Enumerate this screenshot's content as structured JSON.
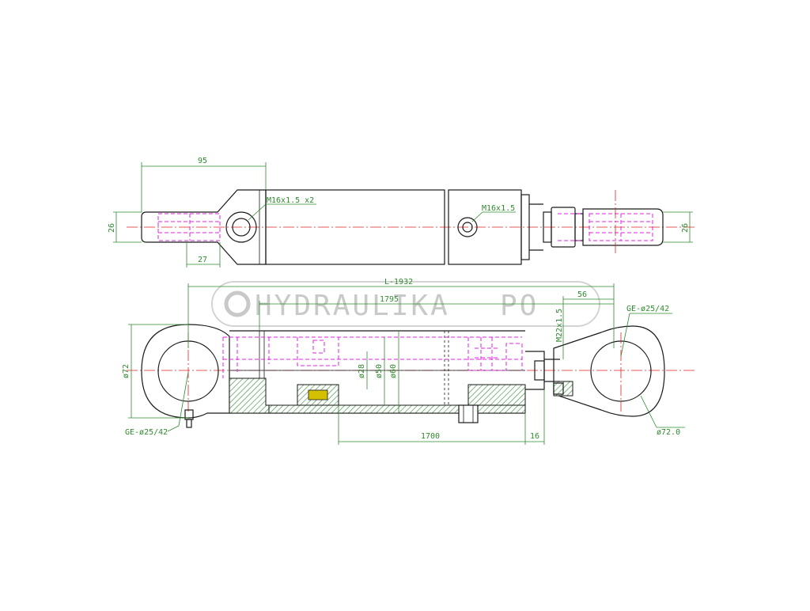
{
  "watermark": {
    "text": "HYDRAULIKA",
    "suffix": "PO"
  },
  "colors": {
    "outline": "#1a1a1a",
    "dimension": "#2e8b2e",
    "hidden_lines": "#e020e0",
    "center_lines": "#e02020",
    "seal": "#c8b000",
    "watermark": "#c9c9c9"
  },
  "top_view": {
    "dim_95": "95",
    "dim_26_left": "26",
    "dim_26_right": "26",
    "dim_27": "27",
    "port_left": "M16x1.5 x2",
    "port_right": "M16x1.5"
  },
  "bottom_view": {
    "dim_L": "L-1932",
    "dim_1795": "1795",
    "dim_56": "56",
    "dim_m22": "M22x1.5",
    "ge_right": "GE-ø25/42",
    "ge_left": "GE-ø25/42",
    "dim_72_left": "ø72",
    "dim_28": "ø28",
    "dim_50": "ø50",
    "dim_60": "ø60",
    "dim_1700": "1700",
    "dim_16": "16",
    "dim_72_right": "ø72.0"
  }
}
